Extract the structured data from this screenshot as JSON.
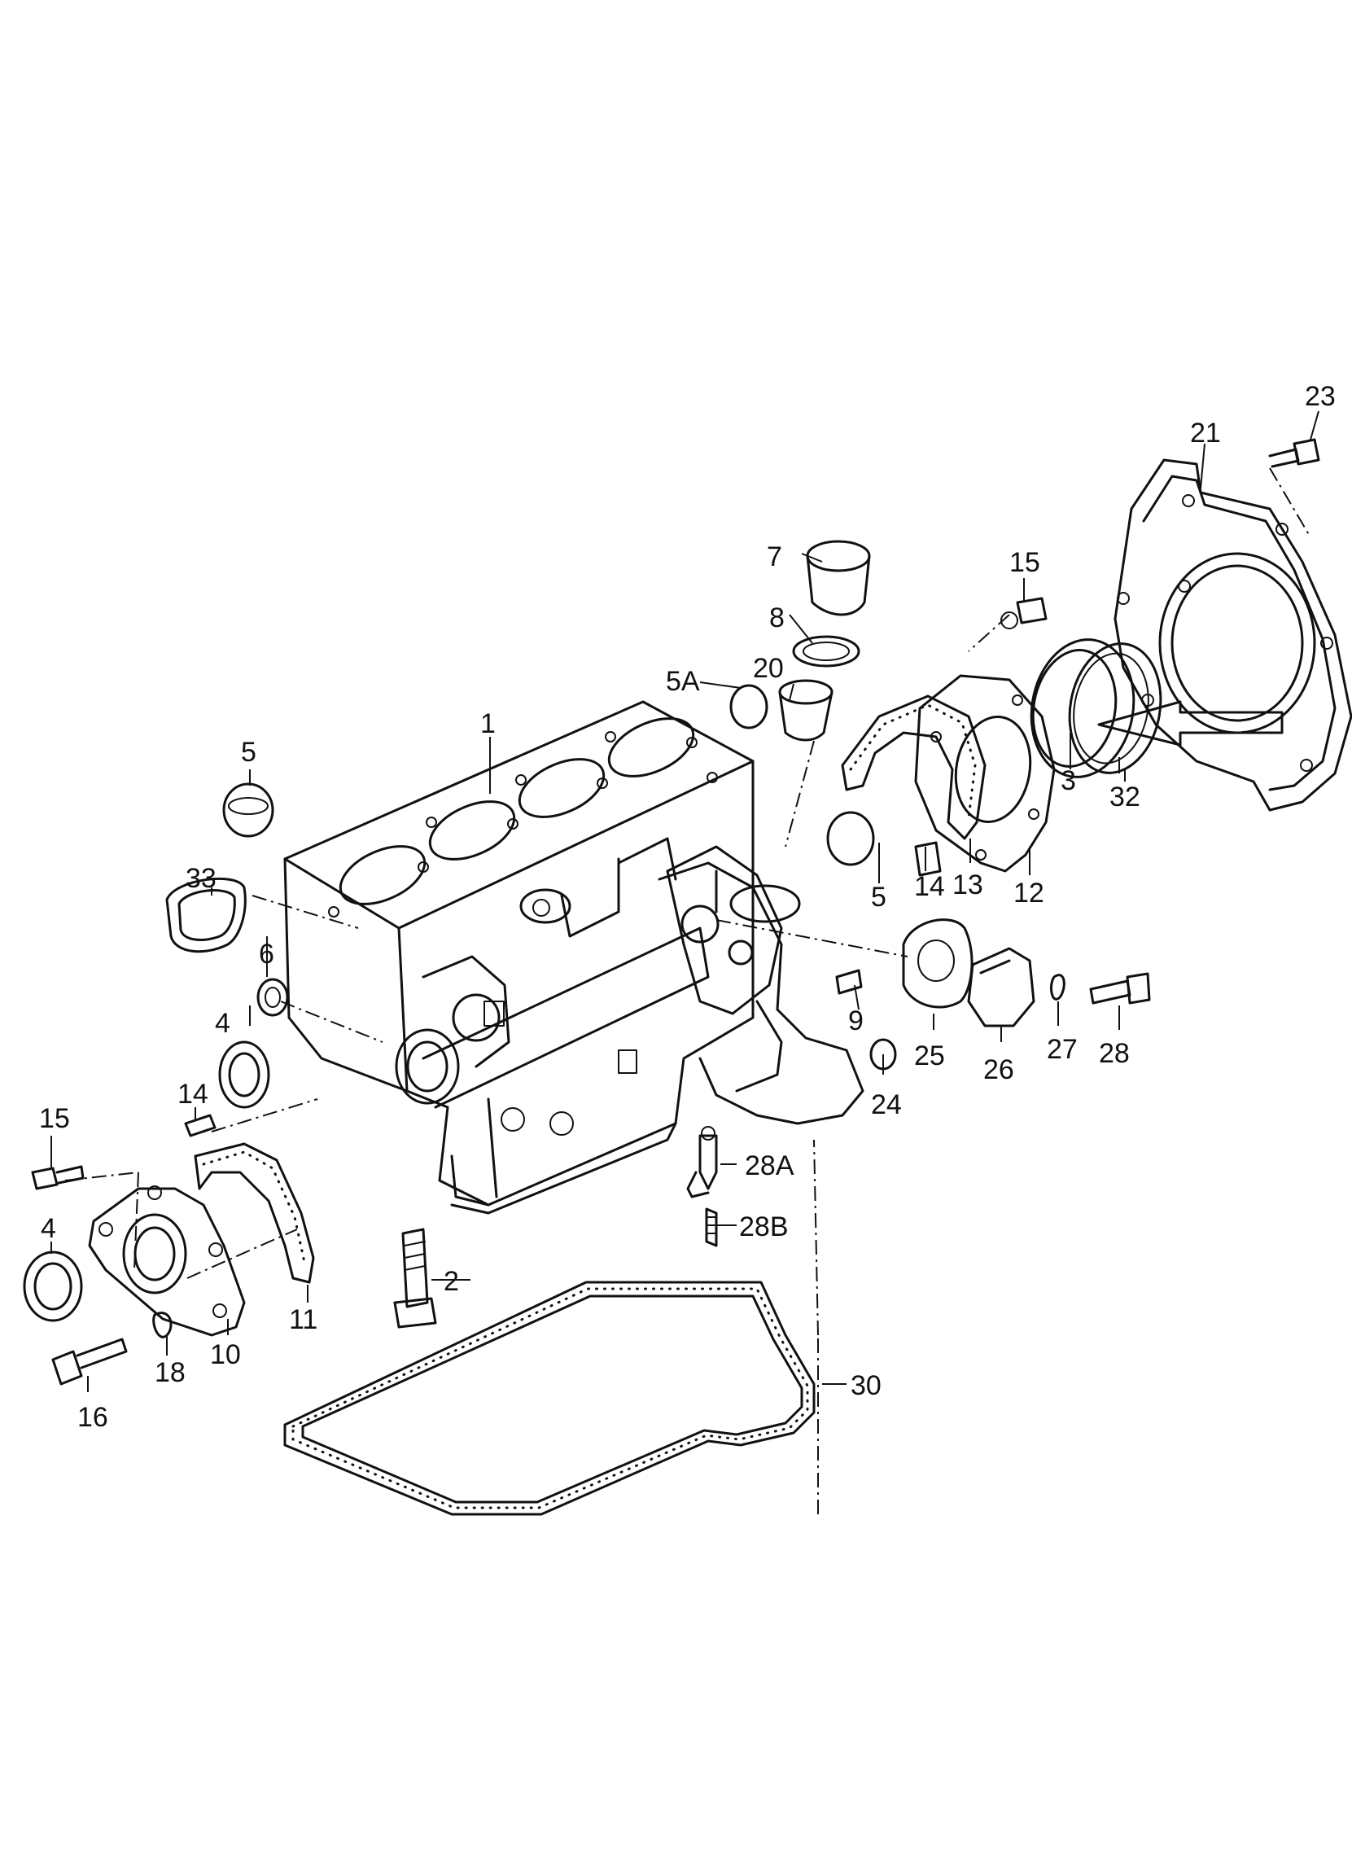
{
  "labels": {
    "p1": "1",
    "p2": "2",
    "p3": "3",
    "p4a": "4",
    "p4b": "4",
    "p5a": "5",
    "p5b": "5",
    "p5A": "5A",
    "p6": "6",
    "p7": "7",
    "p8": "8",
    "p9": "9",
    "p10": "10",
    "p11": "11",
    "p12": "12",
    "p13": "13",
    "p14a": "14",
    "p14b": "14",
    "p15a": "15",
    "p15b": "15",
    "p16": "16",
    "p18": "18",
    "p20": "20",
    "p21": "21",
    "p23": "23",
    "p24": "24",
    "p25": "25",
    "p26": "26",
    "p27": "27",
    "p28": "28",
    "p28A": "28A",
    "p28B": "28B",
    "p30": "30",
    "p32": "32",
    "p33": "33"
  },
  "colors": {
    "ink": "#111111",
    "paper": "#ffffff"
  }
}
